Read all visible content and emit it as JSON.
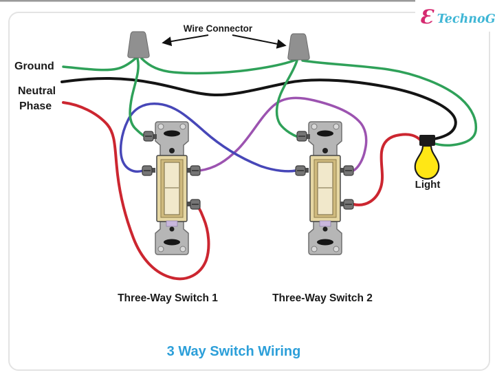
{
  "header": {
    "logo_e": "Ɛ",
    "logo_rest": "TechnoG"
  },
  "labels": {
    "ground": "Ground",
    "neutral": "Neutral",
    "phase": "Phase",
    "wire_connector": "Wire Connector",
    "light": "Light",
    "switch1": "Three-Way Switch 1",
    "switch2": "Three-Way Switch 2"
  },
  "title": {
    "text": "3 Way Switch Wiring",
    "color": "#2C9FD9"
  },
  "colors": {
    "ground": "#2FA159",
    "neutral": "#141414",
    "phase": "#CC2630",
    "traveler_blue": "#4747B8",
    "traveler_purple": "#9C53B0",
    "connector": "#909090",
    "bulb": "#FFE715",
    "bulb_cap": "#1B1B1B",
    "logo_e": "#D52A70",
    "logo_rest": "#3FB6D5",
    "text_black": "#1A1A1A"
  }
}
